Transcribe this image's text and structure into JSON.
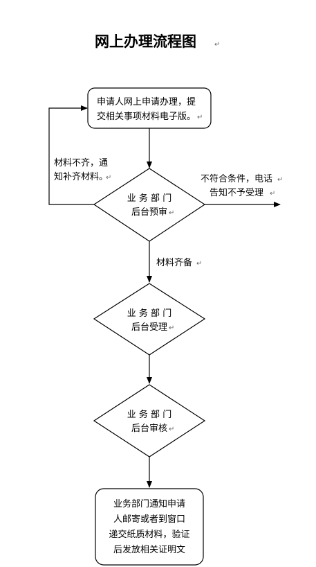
{
  "title": "网上办理流程图",
  "paragraph_mark": "↵",
  "nodes": {
    "start": {
      "lines": [
        "申请人网上申请办理，提",
        "交相关事项材料电子版。"
      ]
    },
    "prereview": {
      "lines": [
        "业 务 部 门",
        "后台预审"
      ]
    },
    "accept": {
      "lines": [
        "业 务 部 门",
        "后台受理"
      ]
    },
    "audit": {
      "lines": [
        "业 务 部 门",
        "后台审核"
      ]
    },
    "final": {
      "lines": [
        "业务部门通知申请",
        "人邮寄或者到窗口",
        "递交纸质材料，验证",
        "后发放相关证明文"
      ]
    }
  },
  "edge_labels": {
    "incomplete": [
      "材料不齐，通",
      "知补齐材料。"
    ],
    "reject": [
      "不符合条件，电话",
      "告知不予受理"
    ],
    "complete": "材料齐备"
  }
}
